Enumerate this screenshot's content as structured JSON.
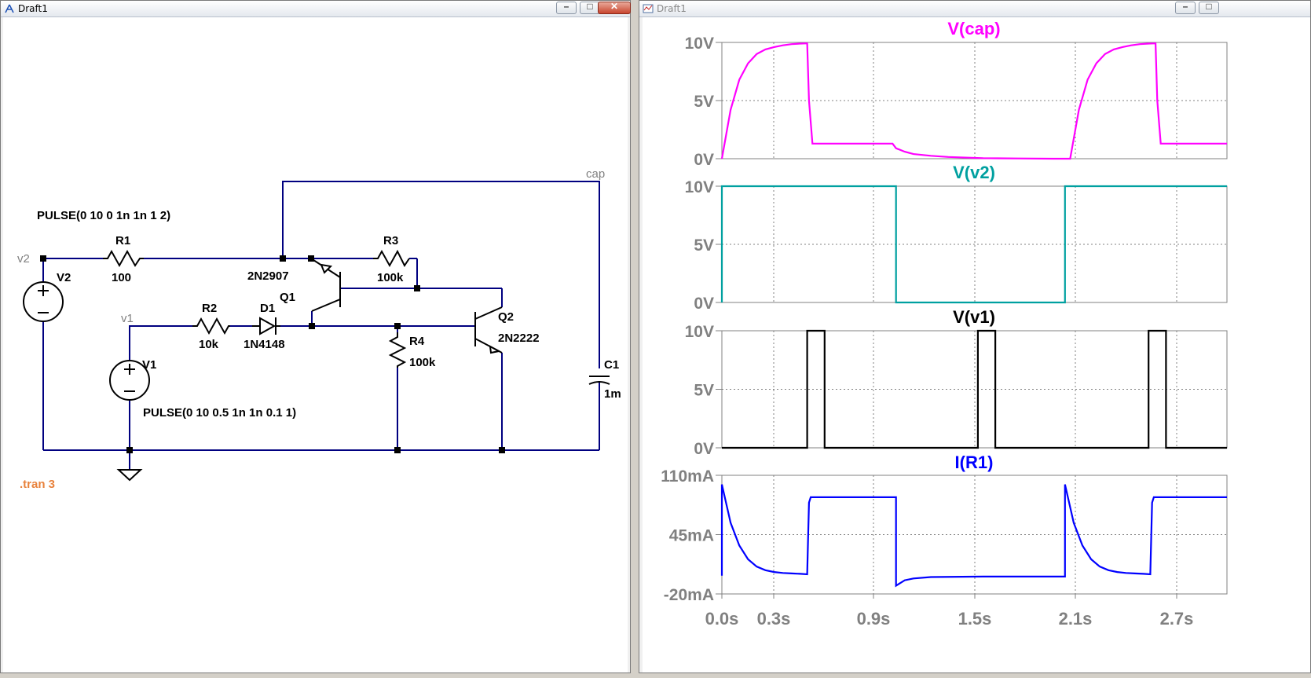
{
  "schematic_window": {
    "title": "Draft1",
    "buttons": {
      "minimize": "–",
      "maximize": "□",
      "close": "✕"
    }
  },
  "waveform_window": {
    "title": "Draft1"
  },
  "schematic": {
    "net_labels": {
      "v2": "v2",
      "v1": "v1",
      "cap": "cap"
    },
    "components": {
      "V2": {
        "name": "V2",
        "value": "PULSE(0 10 0 1n 1n 1 2)"
      },
      "V1": {
        "name": "V1",
        "value": "PULSE(0 10 0.5 1n 1n 0.1 1)"
      },
      "R1": {
        "name": "R1",
        "value": "100"
      },
      "R2": {
        "name": "R2",
        "value": "10k"
      },
      "R3": {
        "name": "R3",
        "value": "100k"
      },
      "R4": {
        "name": "R4",
        "value": "100k"
      },
      "D1": {
        "name": "D1",
        "value": "1N4148"
      },
      "Q1": {
        "name": "Q1",
        "value": "2N2907"
      },
      "Q2": {
        "name": "Q2",
        "value": "2N2222"
      },
      "C1": {
        "name": "C1",
        "value": "1m"
      }
    },
    "directive": ".tran 3",
    "colors": {
      "wire": "#000080",
      "directive": "#e8823c",
      "net_label": "#808080"
    }
  },
  "plots": {
    "x_ticks": [
      "0.0s",
      "0.3s",
      "0.9s",
      "1.5s",
      "2.1s",
      "2.7s"
    ],
    "panes": [
      {
        "trace": "V(cap)",
        "color": "#ff00ff",
        "y_ticks": [
          "10V",
          "5V",
          "0V"
        ]
      },
      {
        "trace": "V(v2)",
        "color": "#00a0a0",
        "y_ticks": [
          "10V",
          "5V",
          "0V"
        ]
      },
      {
        "trace": "V(v1)",
        "color": "#000000",
        "y_ticks": [
          "10V",
          "5V",
          "0V"
        ]
      },
      {
        "trace": "I(R1)",
        "color": "#0000ff",
        "y_ticks": [
          "110mA",
          "45mA",
          "-20mA"
        ]
      }
    ]
  },
  "chart_data": [
    {
      "type": "line",
      "title": "V(cap)",
      "xlabel": "",
      "ylabel": "",
      "xlim": [
        0,
        2.9
      ],
      "ylim": [
        0,
        10
      ],
      "grid": true,
      "series": [
        {
          "name": "V(cap)",
          "color": "#ff00ff",
          "x": [
            0,
            0.05,
            0.1,
            0.15,
            0.2,
            0.25,
            0.3,
            0.35,
            0.4,
            0.45,
            0.49,
            0.5,
            0.52,
            0.6,
            0.8,
            0.98,
            1.0,
            1.05,
            1.1,
            1.2,
            1.3,
            1.5,
            1.7,
            1.9,
            1.97,
            2.0,
            2.05,
            2.1,
            2.15,
            2.2,
            2.25,
            2.3,
            2.35,
            2.4,
            2.45,
            2.49,
            2.5,
            2.52,
            2.6,
            2.8,
            2.9
          ],
          "y": [
            0,
            4.2,
            6.8,
            8.2,
            9.0,
            9.4,
            9.6,
            9.75,
            9.85,
            9.9,
            9.92,
            5.0,
            1.3,
            1.3,
            1.3,
            1.3,
            0.9,
            0.6,
            0.4,
            0.25,
            0.15,
            0.05,
            0.02,
            0.0,
            0.0,
            0.0,
            4.2,
            6.8,
            8.2,
            9.0,
            9.4,
            9.6,
            9.75,
            9.85,
            9.9,
            9.92,
            5.0,
            1.3,
            1.3,
            1.3,
            1.3
          ]
        }
      ]
    },
    {
      "type": "line",
      "title": "V(v2)",
      "xlabel": "",
      "ylabel": "",
      "xlim": [
        0,
        2.9
      ],
      "ylim": [
        0,
        10
      ],
      "grid": true,
      "series": [
        {
          "name": "V(v2)",
          "color": "#00a0a0",
          "x": [
            0,
            0,
            1.0,
            1.0,
            1.97,
            1.97,
            2.9
          ],
          "y": [
            0,
            10,
            10,
            0,
            0,
            10,
            10
          ]
        }
      ]
    },
    {
      "type": "line",
      "title": "V(v1)",
      "xlabel": "",
      "ylabel": "",
      "xlim": [
        0,
        2.9
      ],
      "ylim": [
        0,
        10
      ],
      "grid": true,
      "series": [
        {
          "name": "V(v1)",
          "color": "#000000",
          "x": [
            0,
            0.49,
            0.49,
            0.59,
            0.59,
            1.47,
            1.47,
            1.57,
            1.57,
            2.45,
            2.45,
            2.55,
            2.55,
            2.9
          ],
          "y": [
            0,
            0,
            10,
            10,
            0,
            0,
            10,
            10,
            0,
            0,
            10,
            10,
            0,
            0
          ]
        }
      ]
    },
    {
      "type": "line",
      "title": "I(R1)",
      "xlabel": "",
      "ylabel": "",
      "xlim": [
        0,
        2.9
      ],
      "ylim": [
        -20,
        110
      ],
      "grid": true,
      "series": [
        {
          "name": "I(R1)",
          "color": "#0000ff",
          "x": [
            0,
            0,
            0.05,
            0.1,
            0.15,
            0.2,
            0.25,
            0.3,
            0.35,
            0.4,
            0.45,
            0.49,
            0.5,
            0.51,
            0.6,
            0.8,
            0.98,
            1.0,
            1.0,
            1.05,
            1.1,
            1.2,
            1.5,
            1.9,
            1.97,
            1.97,
            2.02,
            2.07,
            2.12,
            2.17,
            2.22,
            2.27,
            2.32,
            2.37,
            2.42,
            2.46,
            2.47,
            2.48,
            2.6,
            2.9
          ],
          "y": [
            0,
            100,
            58,
            33,
            18,
            10,
            6,
            4,
            3,
            2.5,
            2,
            1.5,
            80,
            86,
            86,
            86,
            86,
            86,
            -11,
            -5,
            -3,
            -1.5,
            -1,
            -1,
            -1,
            100,
            58,
            33,
            18,
            10,
            6,
            4,
            3,
            2.5,
            2,
            1.5,
            80,
            86,
            86,
            86
          ]
        }
      ]
    }
  ]
}
